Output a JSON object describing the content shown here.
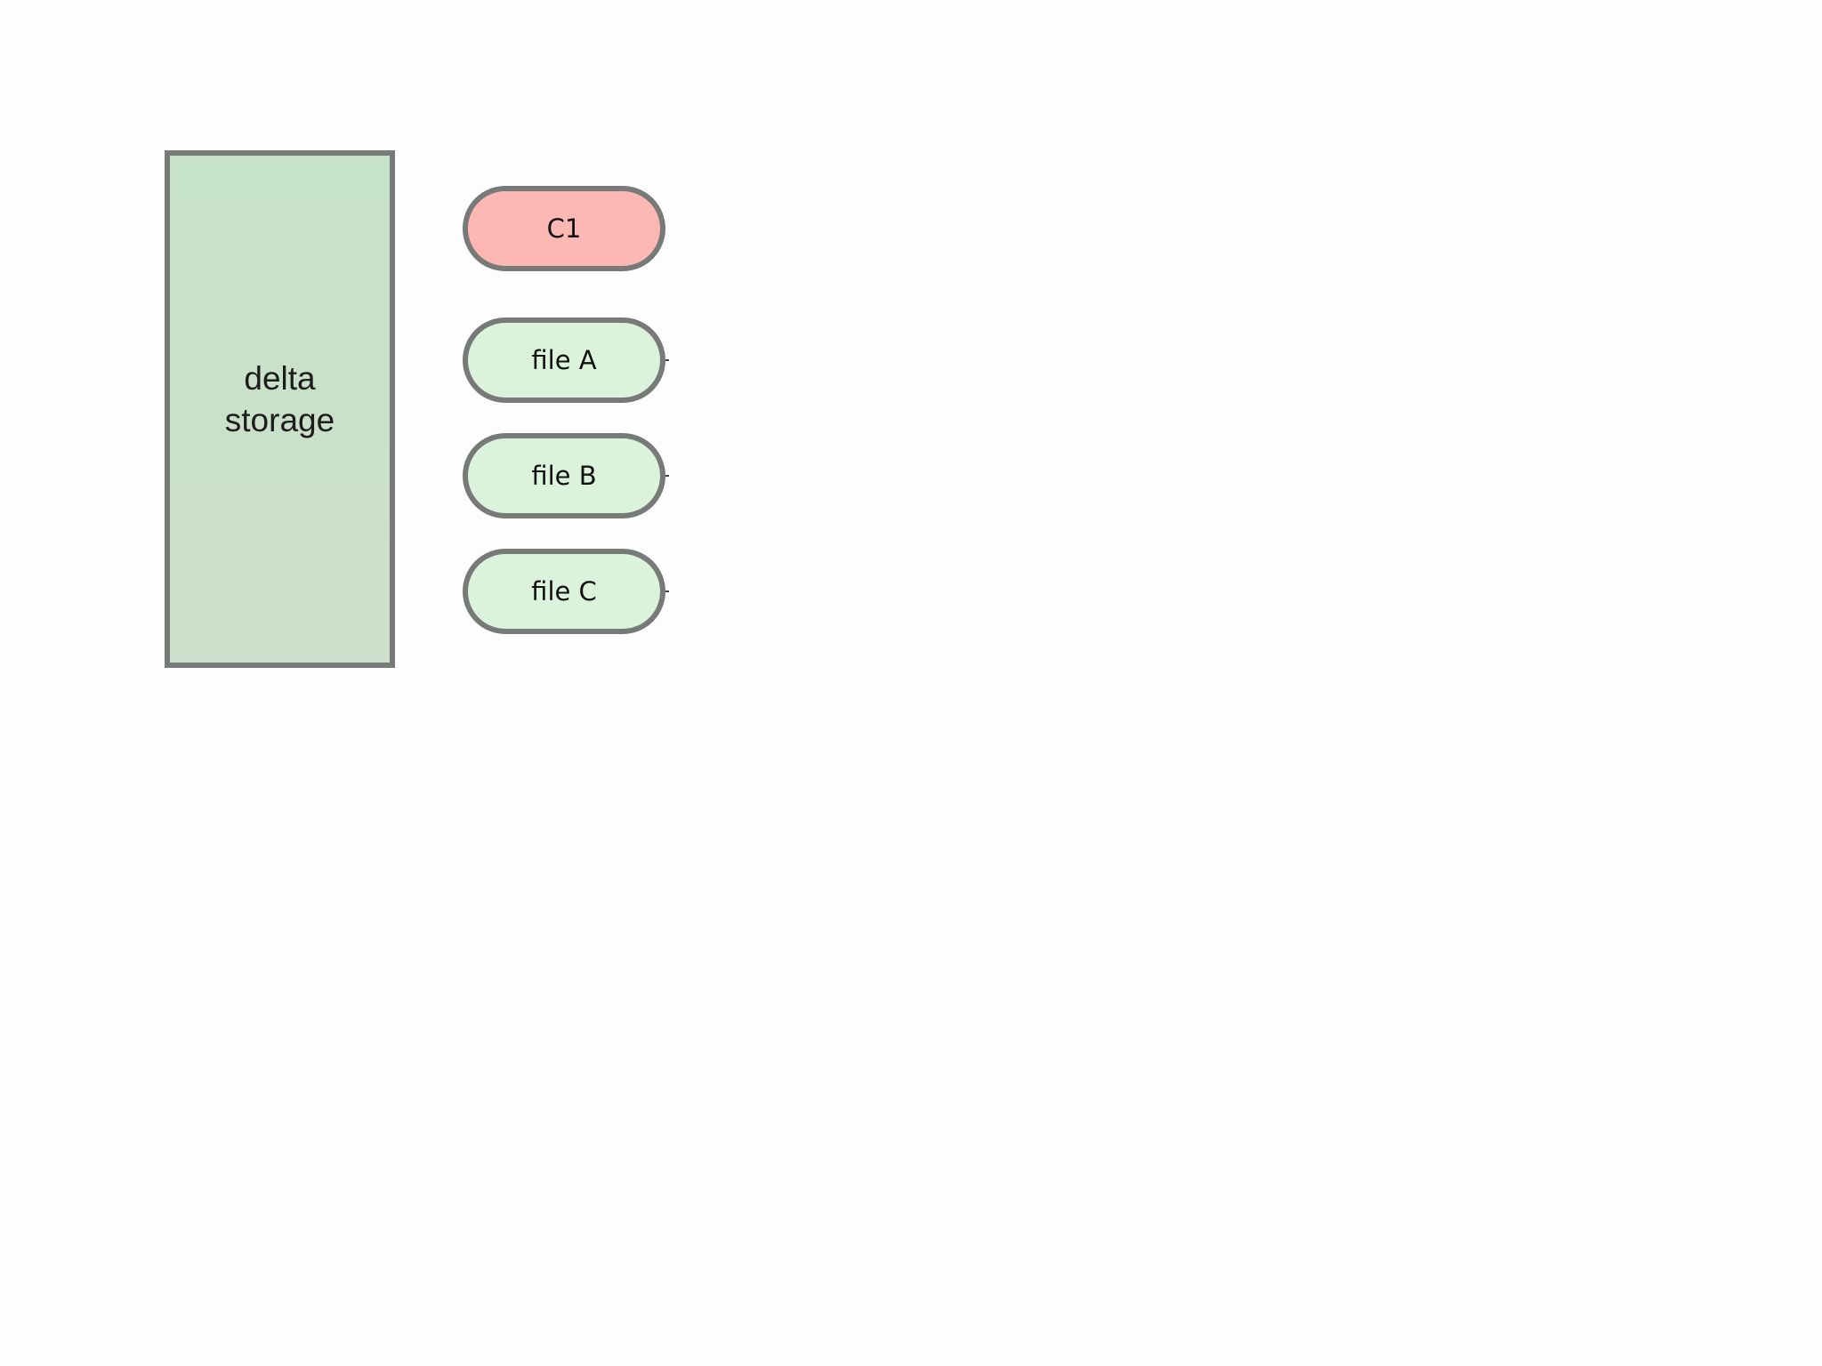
{
  "storage": {
    "line1": "delta",
    "line2": "storage"
  },
  "commit": {
    "label": "C1"
  },
  "files": [
    {
      "label": "file A"
    },
    {
      "label": "file B"
    },
    {
      "label": "file C"
    }
  ],
  "colors": {
    "storage_fill": "#c9e1c8",
    "commit_fill": "#fdb8b3",
    "file_fill": "#dbf2db",
    "border": "#777a78"
  }
}
